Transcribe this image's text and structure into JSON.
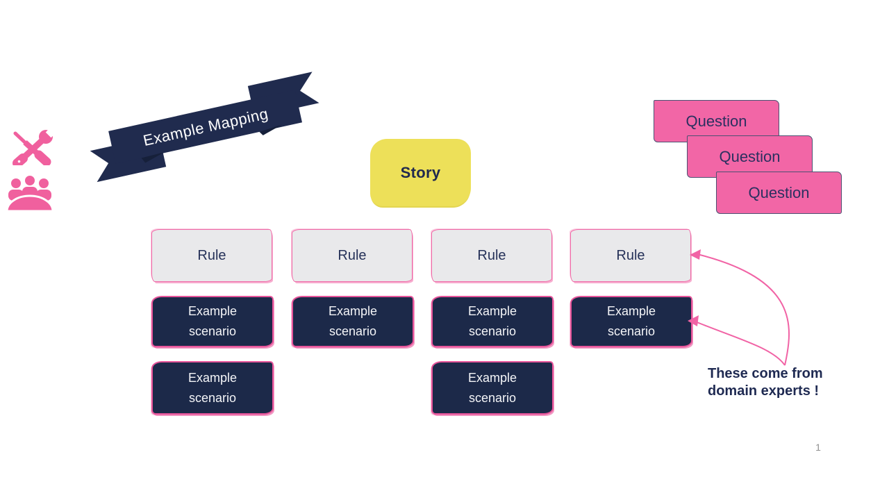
{
  "slide": {
    "page_number": "1",
    "banner": {
      "title": "Example Mapping"
    },
    "story_card": {
      "label": "Story"
    },
    "question_cards": [
      "Question",
      "Question",
      "Question"
    ],
    "rule_columns": [
      {
        "rule_label": "Rule",
        "examples": [
          "Example scenario",
          "Example scenario"
        ]
      },
      {
        "rule_label": "Rule",
        "examples": [
          "Example scenario"
        ]
      },
      {
        "rule_label": "Rule",
        "examples": [
          "Example scenario",
          "Example scenario"
        ]
      },
      {
        "rule_label": "Rule",
        "examples": [
          "Example scenario"
        ]
      }
    ],
    "annotation": {
      "line1": "These come from",
      "line2": "domain experts !"
    },
    "icons": {
      "tools": "tools-icon",
      "meeting": "meeting-icon"
    },
    "colors": {
      "pink": "#f163a5",
      "icon_pink": "#f0609e",
      "banner_navy": "#202b4e",
      "card_navy": "#1c2949",
      "story_yellow": "#ede059",
      "rule_gray": "#e9e9eb",
      "text_navy": "#252b56"
    }
  }
}
